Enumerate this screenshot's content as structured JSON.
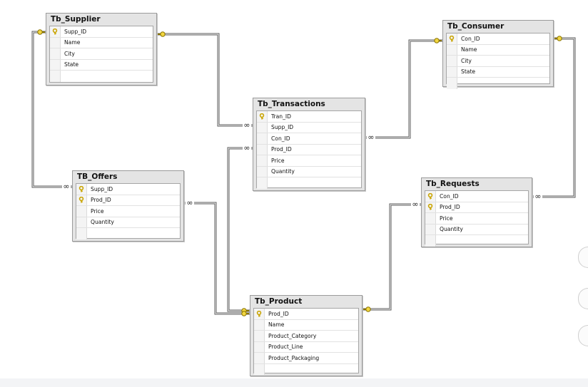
{
  "diagram": {
    "tables": [
      {
        "id": "supplier",
        "title": "Tb_Supplier",
        "columns": [
          {
            "name": "Supp_ID",
            "pk": true
          },
          {
            "name": "Name",
            "pk": false
          },
          {
            "name": "City",
            "pk": false
          },
          {
            "name": "State",
            "pk": false
          }
        ]
      },
      {
        "id": "consumer",
        "title": "Tb_Consumer",
        "columns": [
          {
            "name": "Con_ID",
            "pk": true
          },
          {
            "name": "Name",
            "pk": false
          },
          {
            "name": "City",
            "pk": false
          },
          {
            "name": "State",
            "pk": false
          }
        ]
      },
      {
        "id": "transactions",
        "title": "Tb_Transactions",
        "columns": [
          {
            "name": "Tran_ID",
            "pk": true
          },
          {
            "name": "Supp_ID",
            "pk": false
          },
          {
            "name": "Con_ID",
            "pk": false
          },
          {
            "name": "Prod_ID",
            "pk": false
          },
          {
            "name": "Price",
            "pk": false
          },
          {
            "name": "Quantity",
            "pk": false
          }
        ]
      },
      {
        "id": "offers",
        "title": "TB_Offers",
        "columns": [
          {
            "name": "Supp_ID",
            "pk": true
          },
          {
            "name": "Prod_ID",
            "pk": true
          },
          {
            "name": "Price",
            "pk": false
          },
          {
            "name": "Quantity",
            "pk": false
          }
        ]
      },
      {
        "id": "requests",
        "title": "Tb_Requests",
        "columns": [
          {
            "name": "Con_ID",
            "pk": true
          },
          {
            "name": "Prod_ID",
            "pk": true
          },
          {
            "name": "Price",
            "pk": false
          },
          {
            "name": "Quantity",
            "pk": false
          }
        ]
      },
      {
        "id": "product",
        "title": "Tb_Product",
        "columns": [
          {
            "name": "Prod_ID",
            "pk": true
          },
          {
            "name": "Name",
            "pk": false
          },
          {
            "name": "Product_Category",
            "pk": false
          },
          {
            "name": "Product_Line",
            "pk": false
          },
          {
            "name": "Product_Packaging",
            "pk": false
          }
        ]
      }
    ],
    "relationships": [
      {
        "from": "supplier",
        "to": "transactions"
      },
      {
        "from": "consumer",
        "to": "transactions"
      },
      {
        "from": "product",
        "to": "transactions"
      },
      {
        "from": "supplier",
        "to": "offers"
      },
      {
        "from": "product",
        "to": "offers"
      },
      {
        "from": "consumer",
        "to": "requests"
      },
      {
        "from": "product",
        "to": "requests"
      }
    ],
    "colors": {
      "key": "#d8b000",
      "line": "#555555",
      "table_header": "#e4e4e4"
    }
  }
}
